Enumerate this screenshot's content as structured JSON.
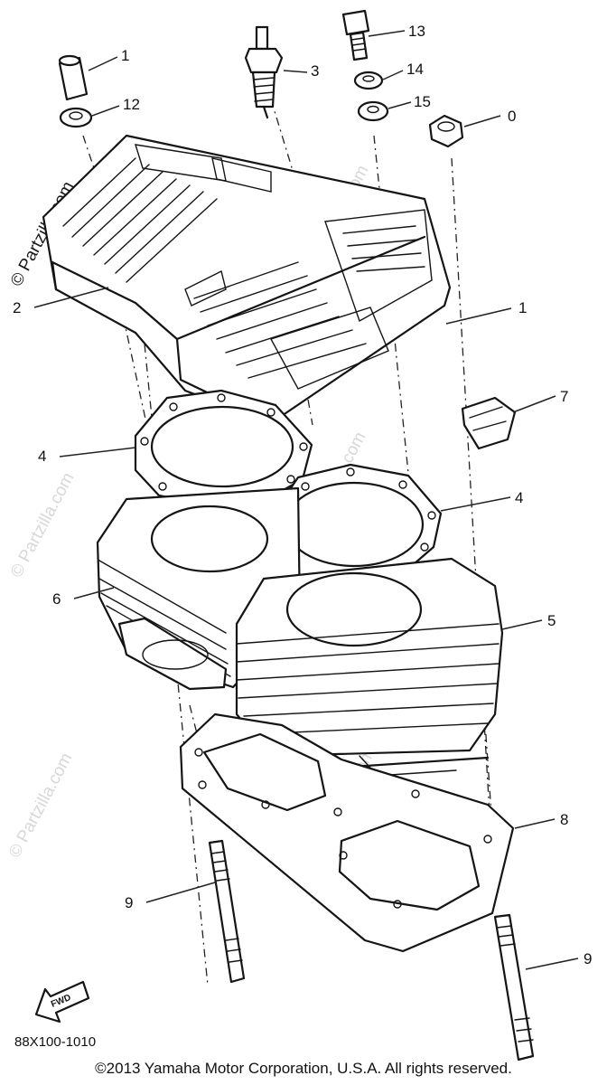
{
  "callouts": [
    {
      "id": "c1a",
      "label": "1"
    },
    {
      "id": "c12",
      "label": "12"
    },
    {
      "id": "c3",
      "label": "3"
    },
    {
      "id": "c13",
      "label": "13"
    },
    {
      "id": "c14",
      "label": "14"
    },
    {
      "id": "c15",
      "label": "15"
    },
    {
      "id": "c10",
      "label": "0"
    },
    {
      "id": "c2",
      "label": "2"
    },
    {
      "id": "c1b",
      "label": "1"
    },
    {
      "id": "c7",
      "label": "7"
    },
    {
      "id": "c4a",
      "label": "4"
    },
    {
      "id": "c4b",
      "label": "4"
    },
    {
      "id": "c6",
      "label": "6"
    },
    {
      "id": "c5",
      "label": "5"
    },
    {
      "id": "c8",
      "label": "8"
    },
    {
      "id": "c9a",
      "label": "9"
    },
    {
      "id": "c9b",
      "label": "9"
    }
  ],
  "fwd_label": "FWD",
  "diagram_code": "88X100-1010",
  "copyright": "©2013 Yamaha Motor Corporation, U.S.A. All rights reserved.",
  "watermark": "© Partzilla.com"
}
